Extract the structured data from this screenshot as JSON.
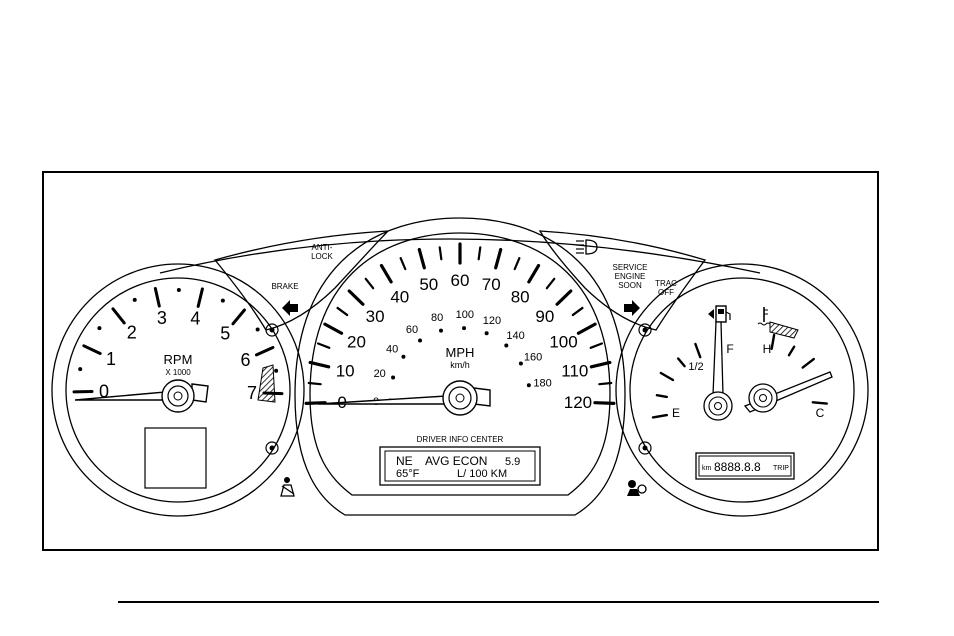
{
  "tachometer": {
    "unit": "RPM",
    "multiplier": "X 1000",
    "numbers": [
      "0",
      "1",
      "2",
      "3",
      "4",
      "5",
      "6",
      "7"
    ]
  },
  "speedometer": {
    "unit_primary": "MPH",
    "unit_secondary": "km/h",
    "mph_numbers": [
      "0",
      "10",
      "20",
      "30",
      "40",
      "50",
      "60",
      "70",
      "80",
      "90",
      "100",
      "110",
      "120"
    ],
    "kmh_numbers": [
      "0",
      "20",
      "40",
      "60",
      "80",
      "100",
      "120",
      "140",
      "160",
      "180"
    ]
  },
  "indicators": {
    "anti_lock_line1": "ANTI-",
    "anti_lock_line2": "LOCK",
    "brake": "BRAKE",
    "service_line1": "SERVICE",
    "service_line2": "ENGINE",
    "service_line3": "SOON",
    "trac_line1": "TRAC",
    "trac_line2": "OFF"
  },
  "dic": {
    "title": "DRIVER INFO CENTER",
    "line1_left": "NE",
    "line1_mid": "AVG ECON",
    "line1_right": "5.9",
    "line2_left": "65°F",
    "line2_mid": "L/  100  KM",
    "line2_right": ""
  },
  "fuel_gauge": {
    "empty": "E",
    "half": "1/2",
    "full": "F"
  },
  "temp_gauge": {
    "hot": "H",
    "cold": "C"
  },
  "odometer": {
    "unit": "km",
    "digits": "8888.8.8",
    "mode": "TRIP"
  },
  "icons": [
    "fuel-pump-icon",
    "coolant-temp-icon",
    "seatbelt-icon",
    "airbag-icon",
    "headlamp-icon",
    "left-arrow-icon",
    "right-arrow-icon"
  ]
}
